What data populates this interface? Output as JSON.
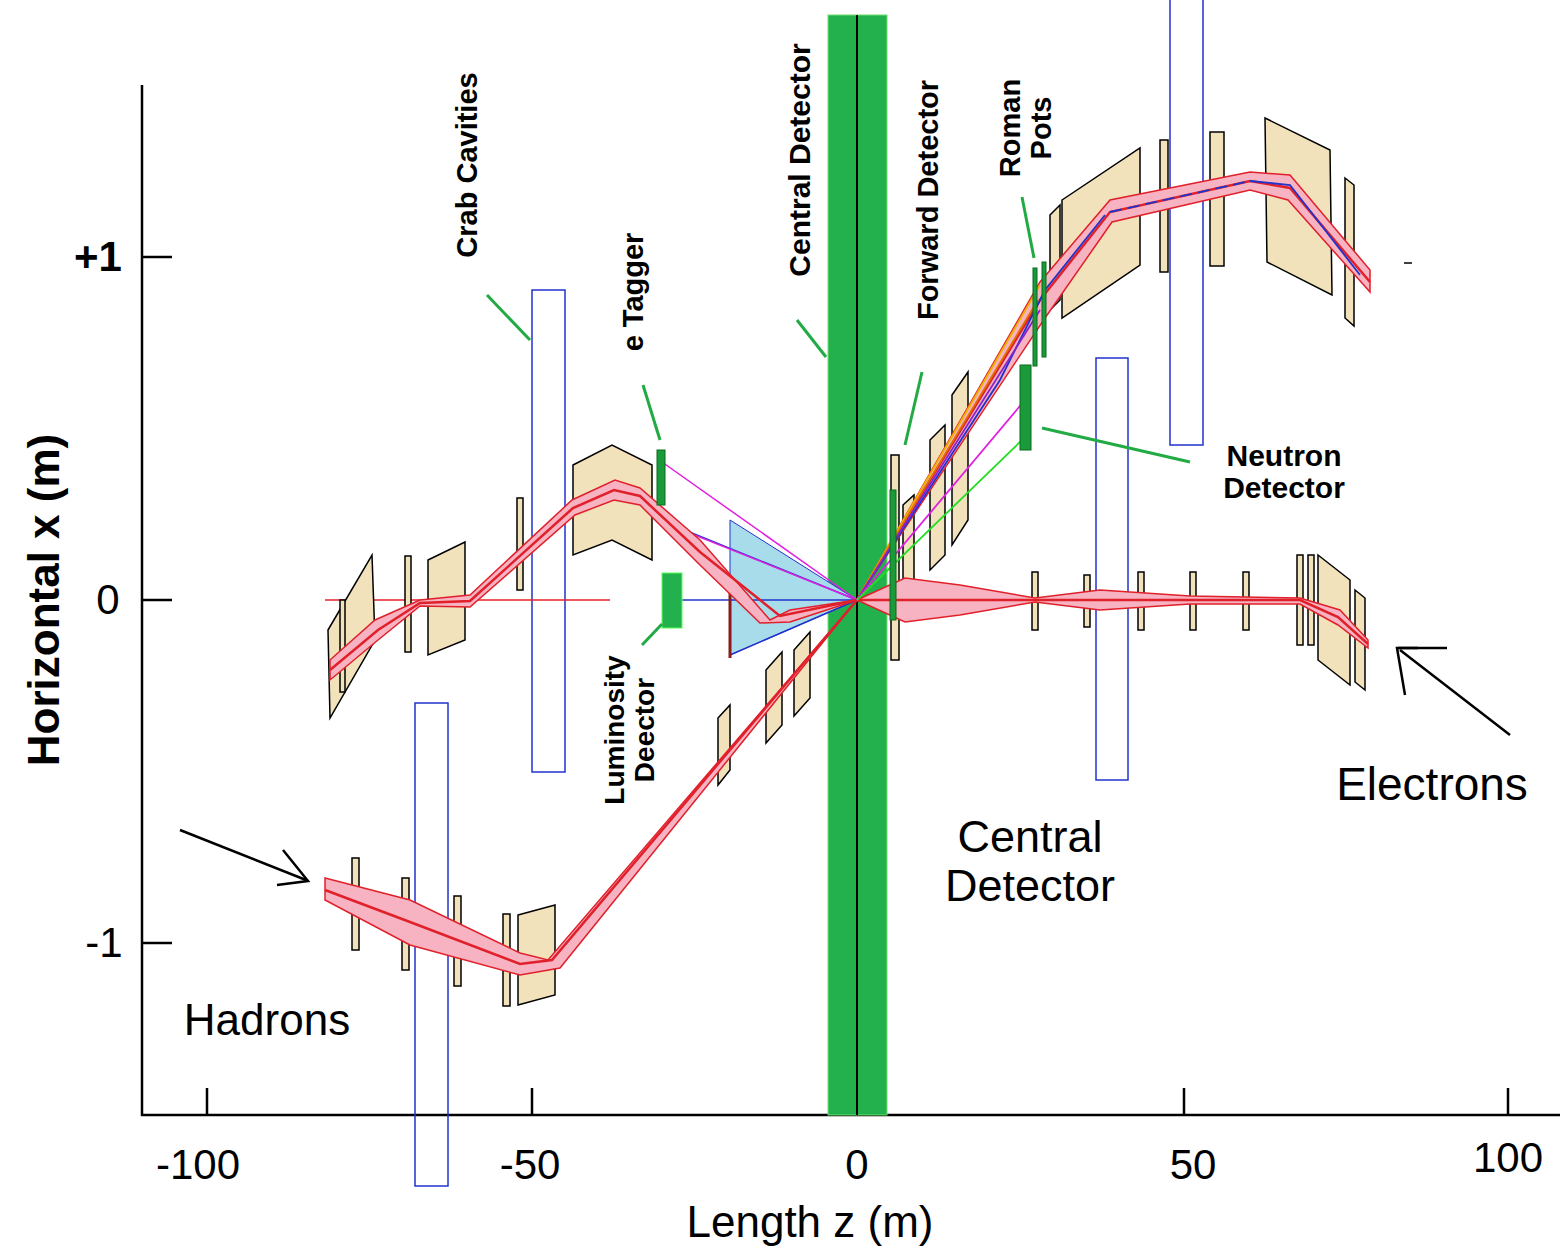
{
  "diagram": {
    "labels": [
      "Crab Cavities",
      "e Tagger",
      "Central Detector",
      "Forward Detector",
      "Roman Pots",
      "Neutron Detector",
      "Luminosity Deector",
      "Central Detector",
      "Electrons",
      "Hadrons",
      "Horizontal x (m)",
      "Length z (m)",
      "+1",
      "0",
      "-1",
      "-100",
      "-50",
      "0",
      "50",
      "100"
    ]
  }
}
